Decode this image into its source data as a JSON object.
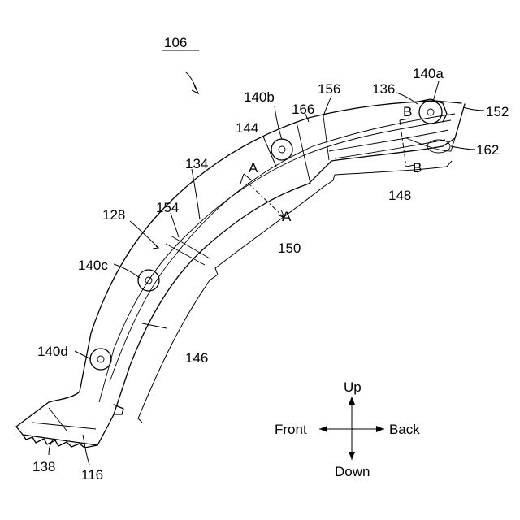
{
  "figure": {
    "number": "106",
    "reference_labels": {
      "r106": "106",
      "r128": "128",
      "r134": "134",
      "r136": "136",
      "r138": "138",
      "r140a": "140a",
      "r140b": "140b",
      "r140c": "140c",
      "r140d": "140d",
      "r144": "144",
      "r146": "146",
      "r148": "148",
      "r150": "150",
      "r152": "152",
      "r154": "154",
      "r156": "156",
      "r162": "162",
      "r166": "166",
      "r116": "116"
    },
    "section_marks": {
      "a_top": "A",
      "a_bottom": "A",
      "b_top": "B",
      "b_bottom": "B"
    },
    "direction_legend": {
      "up": "Up",
      "down": "Down",
      "front": "Front",
      "back": "Back"
    }
  }
}
